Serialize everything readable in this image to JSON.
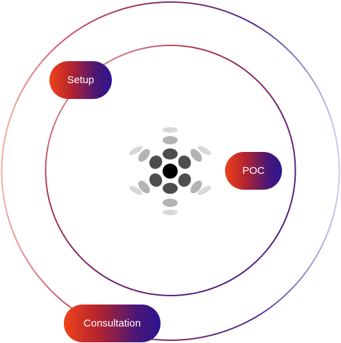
{
  "diagram": {
    "nodes": [
      {
        "id": "setup",
        "label": "Setup"
      },
      {
        "id": "poc",
        "label": "POC"
      },
      {
        "id": "consultation",
        "label": "Consultation"
      }
    ],
    "colors": {
      "gradient_start": "#ee4318",
      "gradient_mid": "#b5242f",
      "gradient_end": "#2d1591",
      "ring_light_start": "#f1a99b",
      "ring_light_end": "#cbc5ea",
      "spinner_dark": "#000000"
    },
    "center_icon": "loading-spinner-icon"
  }
}
